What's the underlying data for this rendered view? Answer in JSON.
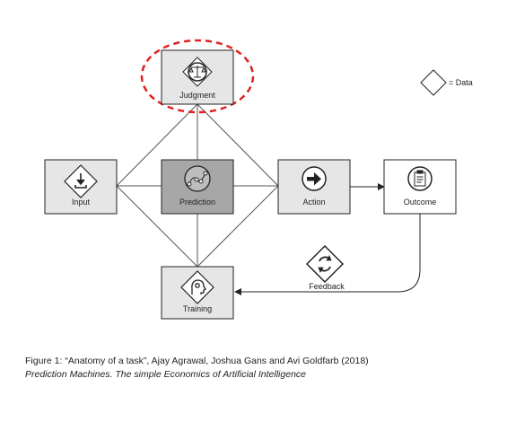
{
  "nodes": {
    "judgment": {
      "label": "Judgment",
      "icon": "scales-icon"
    },
    "input": {
      "label": "Input",
      "icon": "download-arrow-icon"
    },
    "prediction": {
      "label": "Prediction",
      "icon": "network-curve-icon"
    },
    "action": {
      "label": "Action",
      "icon": "right-arrow-icon"
    },
    "outcome": {
      "label": "Outcome",
      "icon": "clipboard-icon"
    },
    "training": {
      "label": "Training",
      "icon": "head-gear-icon"
    },
    "feedback": {
      "label": "Feedback",
      "icon": "refresh-icon"
    }
  },
  "legend": {
    "label": "= Data"
  },
  "caption": {
    "line1": "Figure 1: “Anatomy of a task”, Ajay Agrawal, Joshua Gans and Avi Goldfarb (2018)",
    "line2": "Prediction Machines. The simple Economics of Artificial Intelligence"
  },
  "colors": {
    "box_fill": "#e6e6e6",
    "prediction_fill": "#a7a7a7",
    "outcome_fill": "#ffffff",
    "stroke": "#222222",
    "highlight": "#e02020"
  }
}
